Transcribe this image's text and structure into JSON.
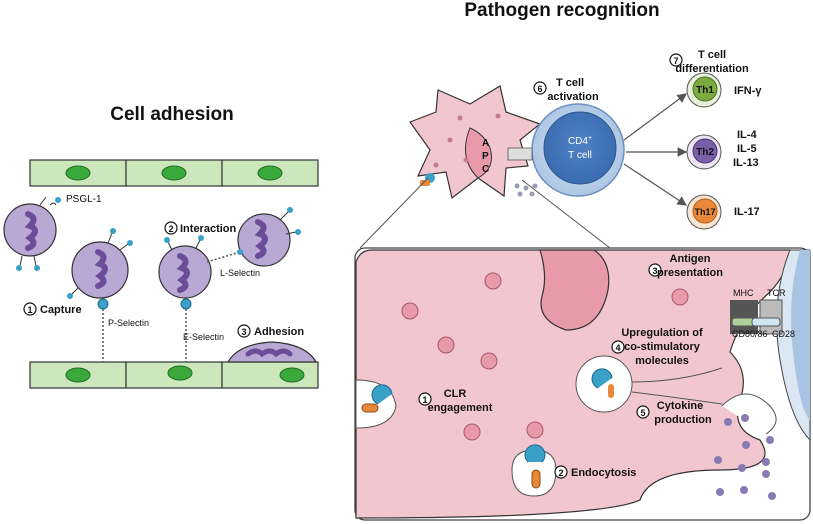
{
  "left": {
    "title": "Cell adhesion",
    "psgl": "PSGL-1",
    "capture_num": "1",
    "capture": "Capture",
    "p_selectin": "P-Selectin",
    "interaction_num": "2",
    "interaction": "Interaction",
    "l_selectin": "L-Selectin",
    "e_selectin": "E-Selectin",
    "adhesion_num": "3",
    "adhesion": "Adhesion"
  },
  "right": {
    "title": "Pathogen recognition",
    "apc_letters": [
      "A",
      "P",
      "C"
    ],
    "activation_num": "6",
    "activation_line1": "T cell",
    "activation_line2": "activation",
    "cd4_line1": "CD4",
    "cd4_sup": "+",
    "cd4_line2": "T cell",
    "diff_num": "7",
    "diff_line1": "T cell",
    "diff_line2": "differentiation",
    "subsets": [
      {
        "name": "Th1",
        "cytokines": [
          "IFN-γ"
        ],
        "color": "#7cab3f"
      },
      {
        "name": "Th2",
        "cytokines": [
          "IL-4",
          "IL-5",
          "IL-13"
        ],
        "color": "#7a5ea8"
      },
      {
        "name": "Th17",
        "cytokines": [
          "IL-17"
        ],
        "color": "#e8893a"
      }
    ],
    "detail": {
      "antigen_num": "3",
      "antigen_line1": "Antigen",
      "antigen_line2": "presentation",
      "mhc": "MHC",
      "tcr": "TCR",
      "cd80": "CD80/86",
      "cd28": "CD28",
      "upreg_num": "4",
      "upreg_line1": "Upregulation of",
      "upreg_line2": "co-stimulatory",
      "upreg_line3": "molecules",
      "clr_num": "1",
      "clr_line1": "CLR",
      "clr_line2": "engagement",
      "cyto_num": "5",
      "cyto_line1": "Cytokine",
      "cyto_line2": "production",
      "endo_num": "2",
      "endo": "Endocytosis"
    }
  },
  "colors": {
    "endothelium": "#cde7bd",
    "nucleus": "#3aa83a",
    "leukocyte": "#b9a8d4",
    "leukocyte_nucleus": "#6a4c98",
    "apc": "#f2c6cf",
    "tcell": "#5b89c8",
    "receptor": "#3aa0c8"
  }
}
